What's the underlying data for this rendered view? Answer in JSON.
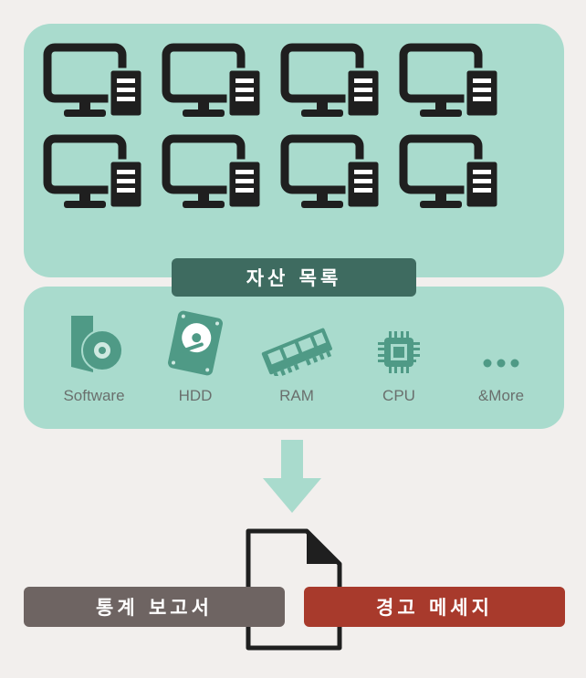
{
  "colors": {
    "panel_fill": "#a9dbcd",
    "asset_label_bg": "#3e6b60",
    "icon_dark": "#1f1f1f",
    "icon_teal": "#4f9a86",
    "arrow": "#a9dbcd",
    "stats_bg": "#6e6462",
    "warning_bg": "#a83a2c"
  },
  "computer_count": 8,
  "asset_list": {
    "label": "자산 목록"
  },
  "categories": [
    {
      "label": "Software",
      "icon": "software-disc-icon"
    },
    {
      "label": "HDD",
      "icon": "hdd-icon"
    },
    {
      "label": "RAM",
      "icon": "ram-icon"
    },
    {
      "label": "CPU",
      "icon": "cpu-icon"
    },
    {
      "label": "&More",
      "icon": "more-dots-icon"
    }
  ],
  "outputs": {
    "statistics_report": "통계 보고서",
    "warning_message": "경고 메세지"
  }
}
